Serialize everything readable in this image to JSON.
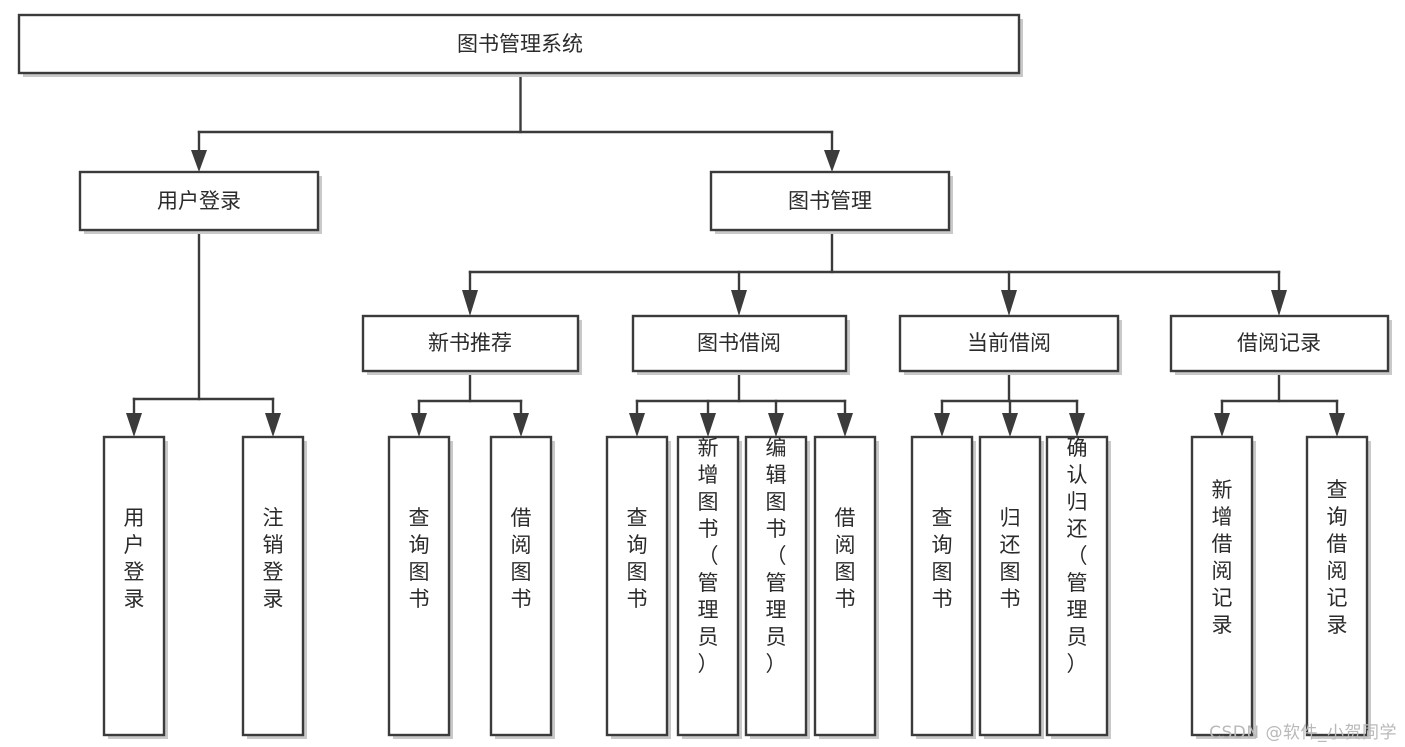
{
  "diagram": {
    "title": "图书管理系统",
    "type": "tree",
    "watermark": "CSDN @软件_小贺同学",
    "colors": {
      "stroke": "#3b3b3b",
      "box_fill": "#ffffff",
      "text": "#2b2b2b",
      "shadow": "#c9c9c9",
      "watermark": "#b9b9b9",
      "background": "#ffffff"
    },
    "levels": {
      "root": {
        "label": "图书管理系统"
      },
      "level2": [
        {
          "label": "用户登录"
        },
        {
          "label": "图书管理"
        }
      ],
      "level3": [
        {
          "label": "新书推荐",
          "parent": "图书管理"
        },
        {
          "label": "图书借阅",
          "parent": "图书管理"
        },
        {
          "label": "当前借阅",
          "parent": "图书管理"
        },
        {
          "label": "借阅记录",
          "parent": "图书管理"
        }
      ],
      "leaves": {
        "用户登录": [
          {
            "label": "用户登录"
          },
          {
            "label": "注销登录"
          }
        ],
        "新书推荐": [
          {
            "label": "查询图书"
          },
          {
            "label": "借阅图书"
          }
        ],
        "图书借阅": [
          {
            "label": "查询图书"
          },
          {
            "label": "新增图书（管理员）"
          },
          {
            "label": "编辑图书（管理员）"
          },
          {
            "label": "借阅图书"
          }
        ],
        "当前借阅": [
          {
            "label": "查询图书"
          },
          {
            "label": "归还图书"
          },
          {
            "label": "确认归还（管理员）"
          }
        ],
        "借阅记录": [
          {
            "label": "新增借阅记录"
          },
          {
            "label": "查询借阅记录"
          }
        ]
      }
    }
  }
}
